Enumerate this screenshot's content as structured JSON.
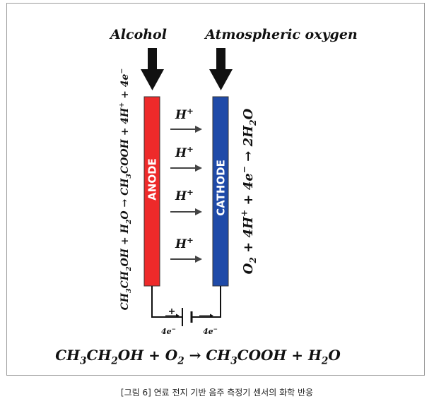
{
  "labels": {
    "alcohol": "Alcohol",
    "oxygen": "Atmospheric oxygen",
    "anode": "ANODE",
    "cathode": "CATHODE",
    "proton": "H+",
    "electron_left": "4e−",
    "electron_right": "4e−"
  },
  "equations": {
    "anode_reaction": "CH3CH2OH + H2O → CH3COOH + 4H+ + 4e−",
    "cathode_reaction": "O2 + 4H+ + 4e− → 2H2O",
    "overall_reaction": "CH3CH2OH + O2 → CH3COOH + H2O"
  },
  "caption": "[그림 6] 연료 전지 기반 음주 측정기 센서의 화학 반응",
  "colors": {
    "anode": "#ee2a2a",
    "cathode": "#1f4aa8",
    "arrow": "#111111"
  }
}
